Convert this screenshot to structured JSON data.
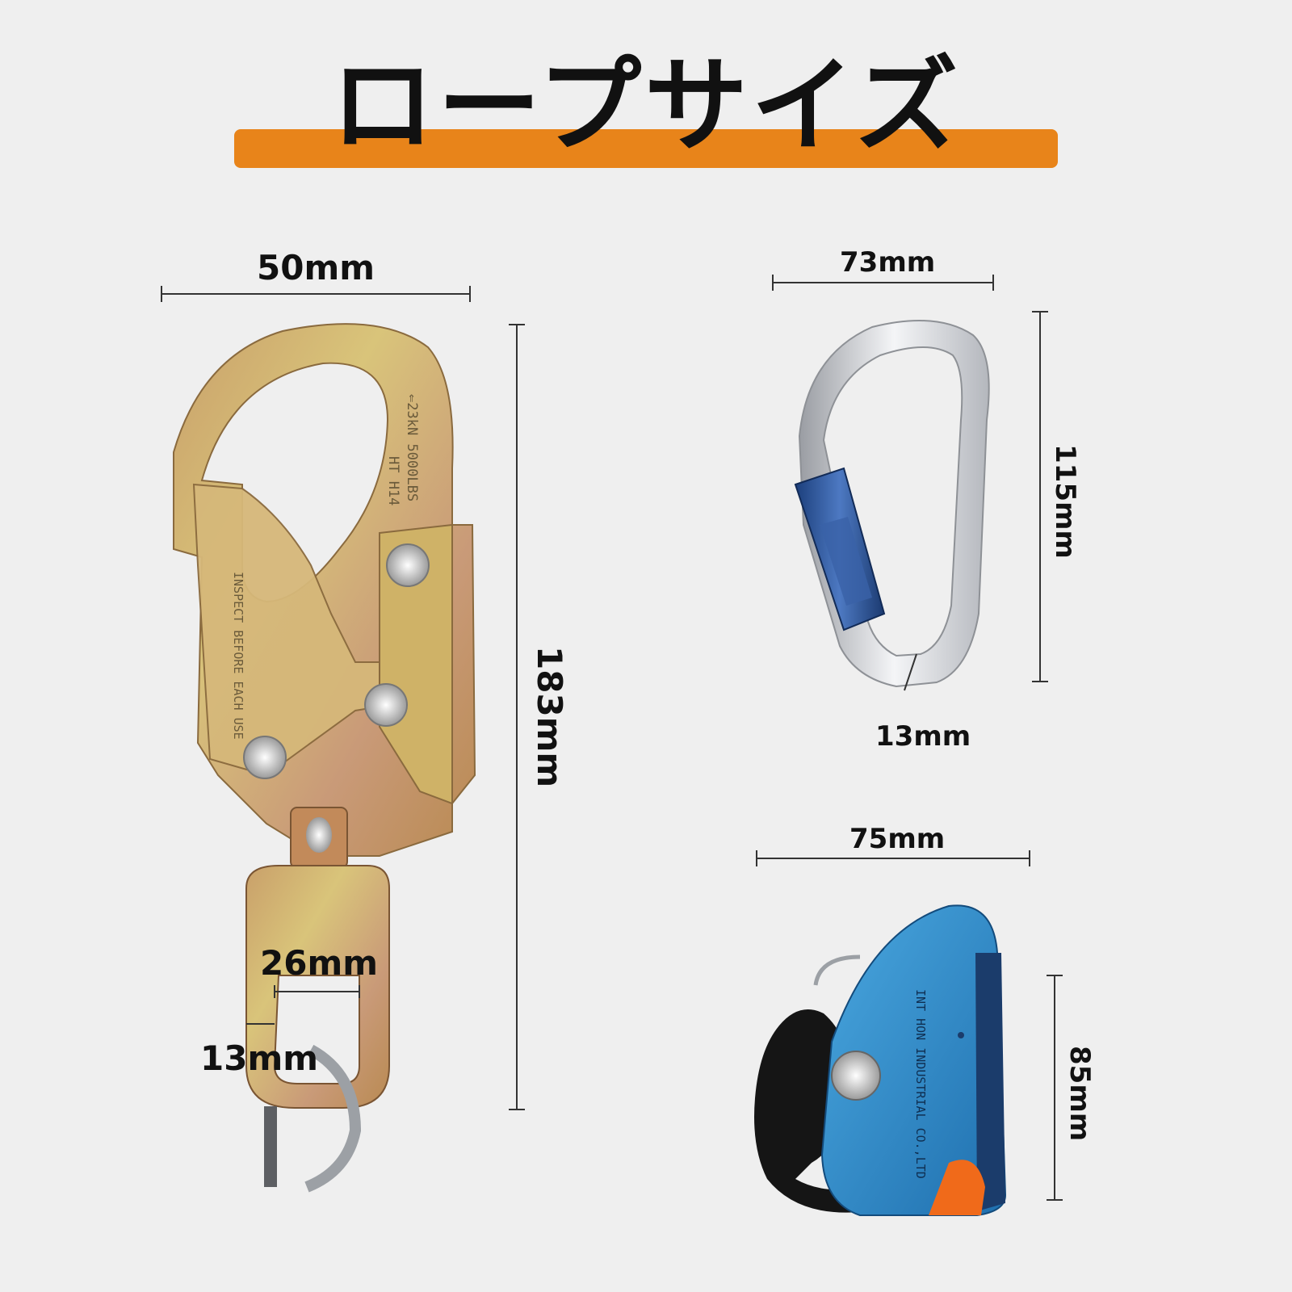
{
  "title": "ロープサイズ",
  "colors": {
    "accent": "#e8841a",
    "background": "#efefef"
  },
  "snap_hook": {
    "width": "50mm",
    "height": "183mm",
    "swivel_width": "26mm",
    "swivel_thickness": "13mm",
    "engraving_1": "⇐23kN 5000LBS",
    "engraving_2": "HT H14",
    "engraving_3": "INSPECT BEFORE EACH USE"
  },
  "carabiner": {
    "width": "73mm",
    "height": "115mm",
    "bar_thickness": "13mm"
  },
  "rope_grab": {
    "width": "75mm",
    "height": "85mm",
    "engraving": "INT HON INDUSTRIAL CO.,LTD"
  }
}
